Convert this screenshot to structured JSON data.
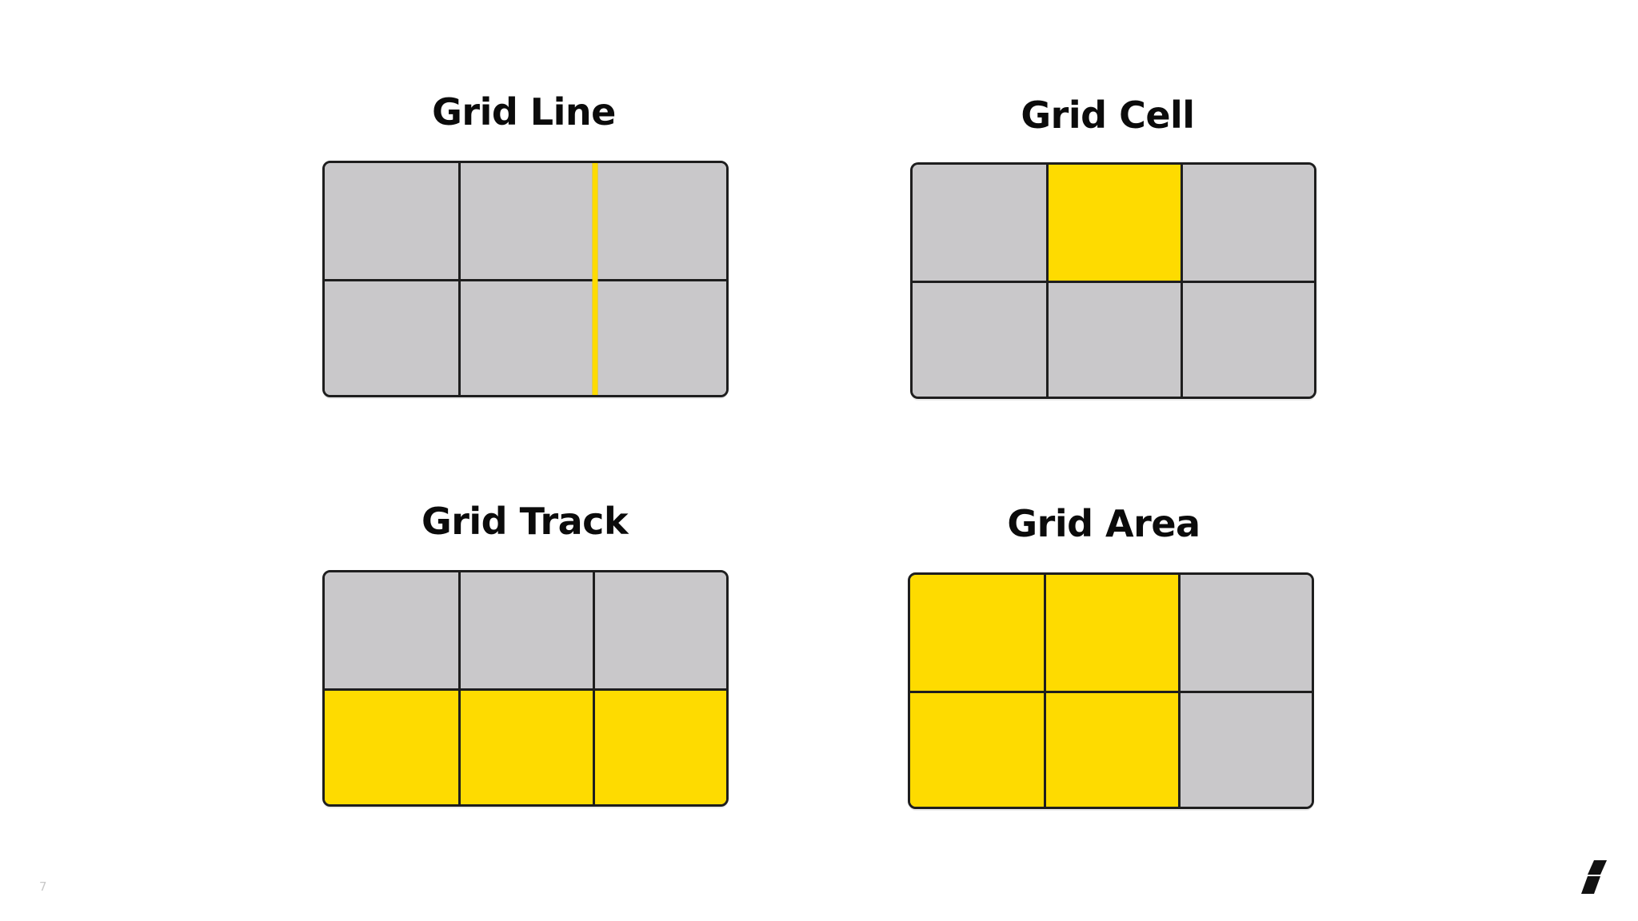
{
  "slide": {
    "page_number": "7",
    "panels": [
      {
        "id": "grid-line",
        "title": "Grid Line",
        "highlight": "vertical line between column 2 and column 3"
      },
      {
        "id": "grid-cell",
        "title": "Grid Cell",
        "highlight": "row 1, column 2"
      },
      {
        "id": "grid-track",
        "title": "Grid Track",
        "highlight": "row 2 (all columns)"
      },
      {
        "id": "grid-area",
        "title": "Grid Area",
        "highlight": "rows 1-2, columns 1-2"
      }
    ]
  },
  "colors": {
    "cell": "#c9c8ca",
    "highlight": "#fedb00",
    "line": "#1e1e1e",
    "title": "#0b0b0b"
  },
  "icons": {
    "logo": "logo-icon"
  }
}
